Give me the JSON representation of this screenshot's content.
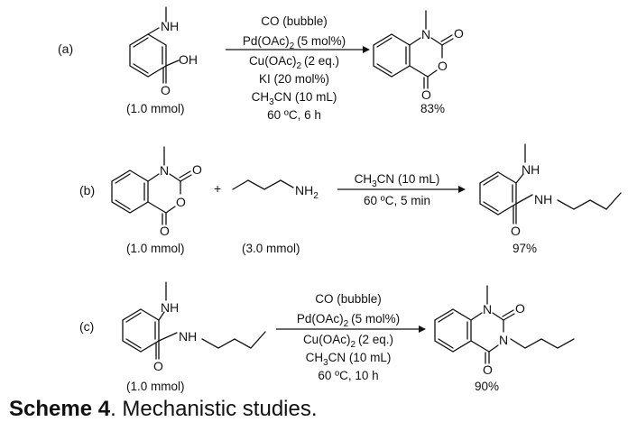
{
  "scheme": {
    "row_a": {
      "label": "(a)",
      "substrate_amount": "(1.0 mmol)",
      "conditions": [
        "CO (bubble)",
        "Pd(OAc)",
        "(5 mol%)",
        "Cu(OAc)",
        "(2 eq.)",
        "KI (20 mol%)",
        "CH",
        "CN (10 mL)",
        "60 ºC, 6 h"
      ],
      "yield": "83%"
    },
    "row_b": {
      "label": "(b)",
      "plus": "+",
      "substrate_amount": "(1.0 mmol)",
      "amine_amount": "(3.0 mmol)",
      "conditions": [
        "CH",
        "CN (10 mL)",
        "60 ºC, 5 min"
      ],
      "yield": "97%"
    },
    "row_c": {
      "label": "(c)",
      "substrate_amount": "(1.0 mmol)",
      "conditions": [
        "CO (bubble)",
        "Pd(OAc)",
        "(5 mol%)",
        "Cu(OAc)",
        "(2 eq.)",
        "CH",
        "CN (10 mL)",
        "60 ºC, 10 h"
      ],
      "yield": "90%"
    },
    "atoms": {
      "NH": "NH",
      "OH": "OH",
      "O": "O",
      "N": "N",
      "NH2_base": "NH",
      "sub2": "2",
      "sub3": "3"
    }
  },
  "caption": {
    "title": "Scheme 4",
    "text": ". Mechanistic studies."
  }
}
